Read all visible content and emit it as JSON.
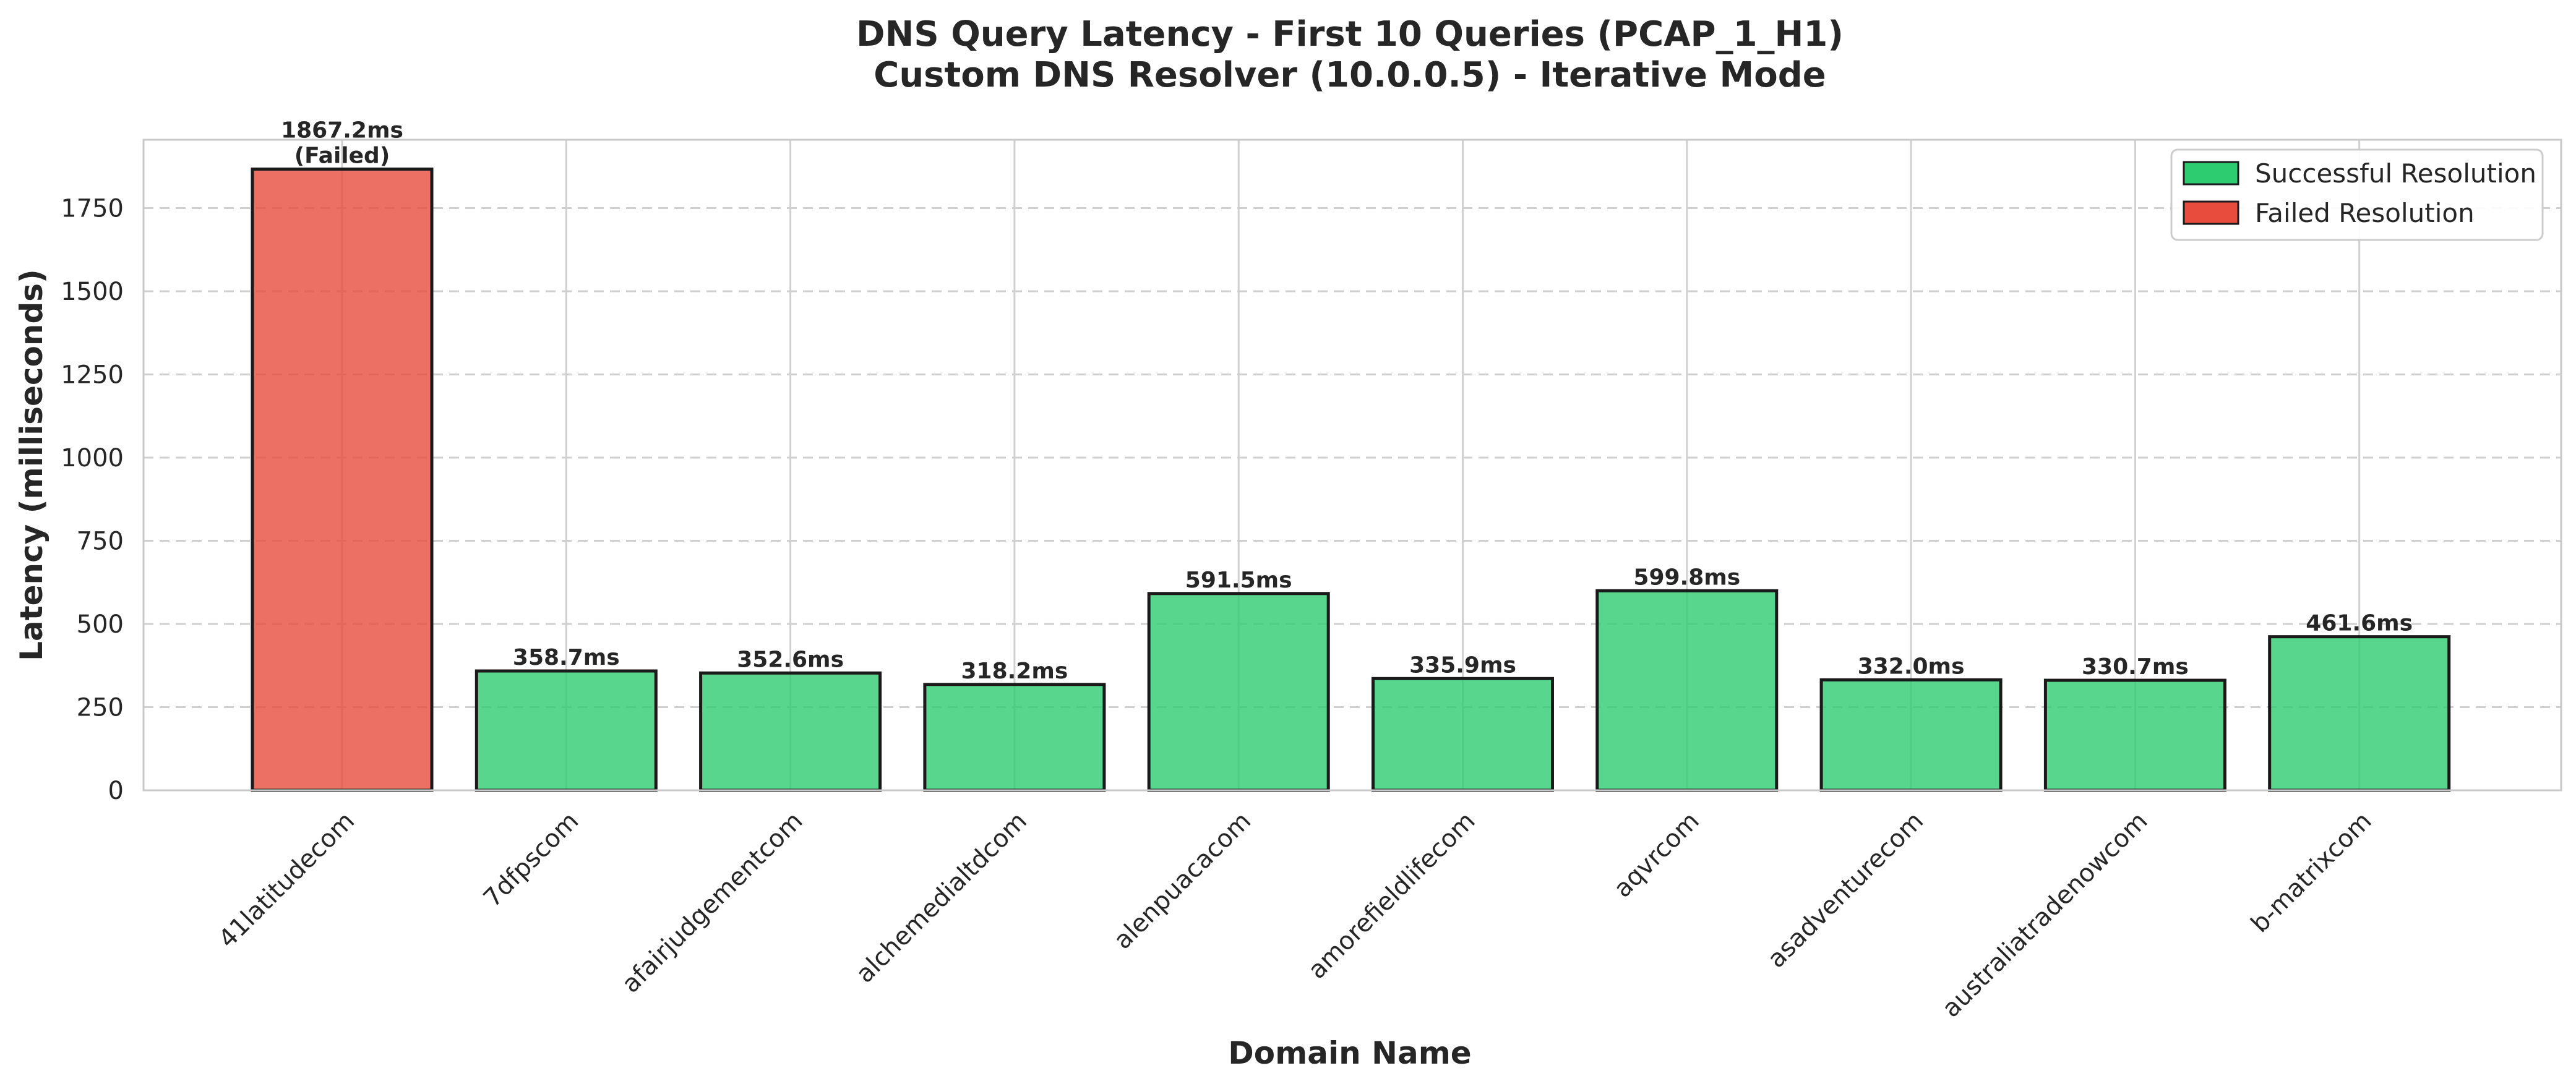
{
  "chart_data": {
    "type": "bar",
    "title_line1": "DNS Query Latency - First 10 Queries (PCAP_1_H1)",
    "title_line2": "Custom DNS Resolver (10.0.0.5) - Iterative Mode",
    "xlabel": "Domain Name",
    "ylabel": "Latency (milliseconds)",
    "ylim": [
      0,
      1960
    ],
    "yticks": [
      0,
      250,
      500,
      750,
      1000,
      1250,
      1500,
      1750
    ],
    "grid": true,
    "legend_position": "top-right",
    "categories": [
      "41latitudecom",
      "7dfpscom",
      "afairjudgementcom",
      "alchemedialtdcom",
      "alenpuacacom",
      "amorefieldlifecom",
      "aqvrcom",
      "asadventurecom",
      "australiatradenowcom",
      "b-matrixcom"
    ],
    "values": [
      1867.2,
      358.7,
      352.6,
      318.2,
      591.5,
      335.9,
      599.8,
      332.0,
      330.7,
      461.6
    ],
    "status": [
      "failed",
      "success",
      "success",
      "success",
      "success",
      "success",
      "success",
      "success",
      "success",
      "success"
    ],
    "bar_labels": [
      "1867.2ms",
      "358.7ms",
      "352.6ms",
      "318.2ms",
      "591.5ms",
      "335.9ms",
      "599.8ms",
      "332.0ms",
      "330.7ms",
      "461.6ms"
    ],
    "failed_note": "(Failed)",
    "legend": [
      {
        "label": "Successful Resolution",
        "color": "#2ecc71"
      },
      {
        "label": "Failed Resolution",
        "color": "#e74c3c"
      }
    ],
    "colors": {
      "success": "#2ecc71",
      "failed": "#e74c3c",
      "edge": "#1a1a1a",
      "grid": "#d0d0d0"
    }
  }
}
